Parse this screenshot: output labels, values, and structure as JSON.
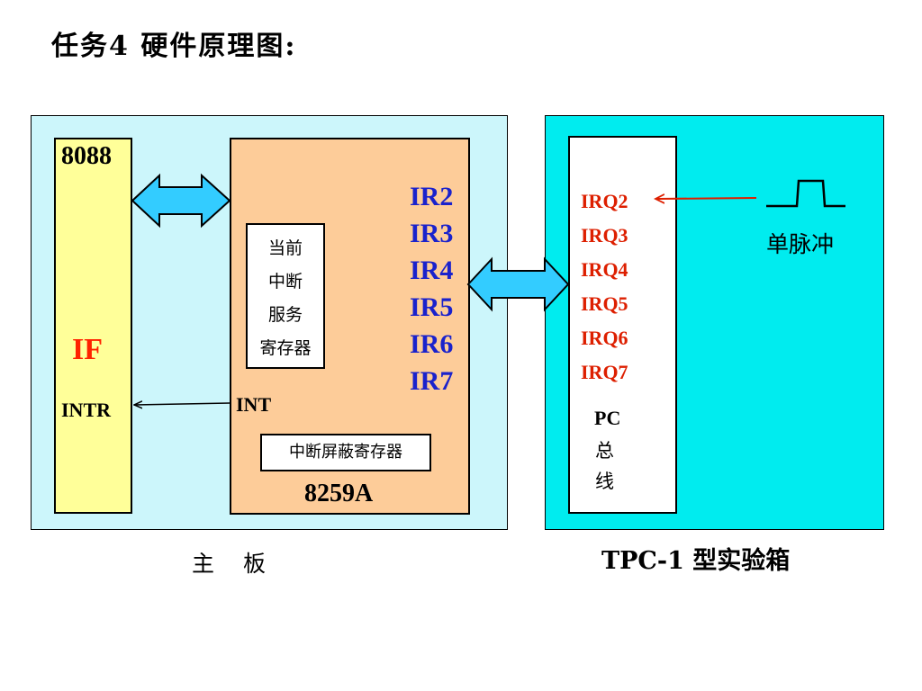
{
  "title": "任务4 硬件原理图:",
  "main_board": {
    "caption": "主 板",
    "cpu": {
      "name": "8088",
      "flag": "IF",
      "pin": "INTR"
    },
    "pic": {
      "name": "8259A",
      "int_pin": "INT",
      "isr": [
        "当前",
        "中断",
        "服务",
        "寄存器"
      ],
      "imr": "中断屏蔽寄存器",
      "inputs": [
        "IR2",
        "IR3",
        "IR4",
        "IR5",
        "IR6",
        "IR7"
      ]
    }
  },
  "tpc_board": {
    "caption": "TPC-1 型实验箱",
    "bus": {
      "lines": [
        "IRQ2",
        "IRQ3",
        "IRQ4",
        "IRQ5",
        "IRQ6",
        "IRQ7"
      ],
      "pc_label": "PC",
      "label_chars": [
        "总",
        "线"
      ]
    },
    "pulse_label": "单脉冲"
  },
  "colors": {
    "main_board_bg": "#ccf6fb",
    "tpc_board_bg": "#00ecef",
    "cpu_bg": "#ffff99",
    "pic_bg": "#fdcc99",
    "ir_text": "#1a22cc",
    "irq_text": "#dd1f00",
    "if_text": "#ff2200",
    "arrow_fill": "#33ccff"
  },
  "icons": [
    "double-arrow-icon",
    "single-pulse-icon"
  ]
}
